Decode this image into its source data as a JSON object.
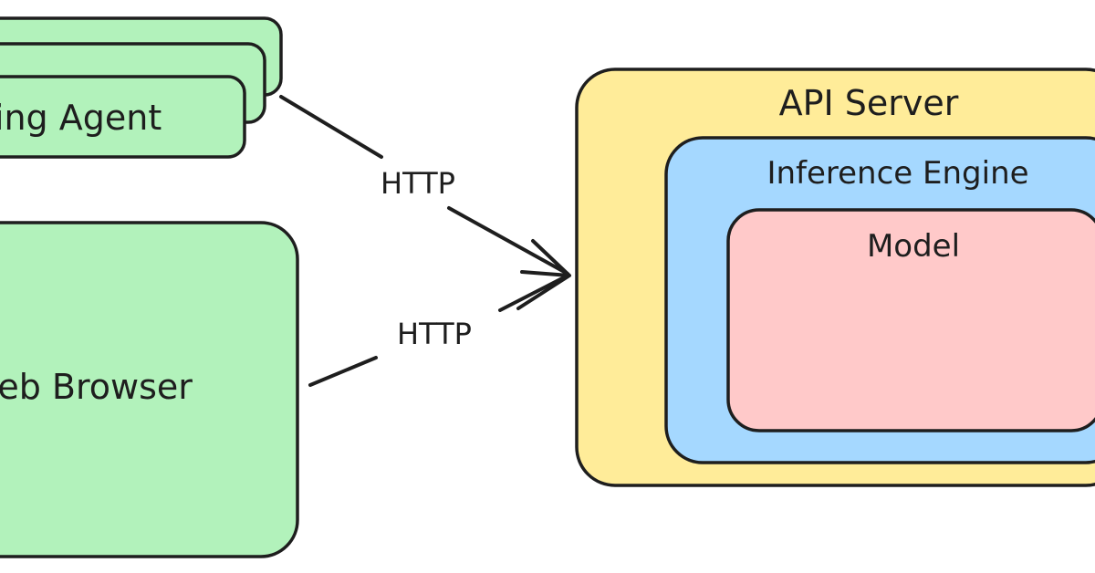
{
  "nodes": {
    "coding_agent": {
      "label": "Coding Agent"
    },
    "web_browser": {
      "label": "Web Browser"
    },
    "api_server": {
      "label": "API Server"
    },
    "inference_engine": {
      "label": "Inference Engine"
    },
    "model": {
      "label": "Model"
    }
  },
  "edges": [
    {
      "from": "coding_agent",
      "to": "api_server",
      "label": "HTTP"
    },
    {
      "from": "web_browser",
      "to": "api_server",
      "label": "HTTP"
    }
  ],
  "colors": {
    "client_fill": "#b2f2bb",
    "server_fill": "#ffec99",
    "engine_fill": "#a5d8ff",
    "model_fill": "#ffc9c9",
    "stroke": "#1e1e1e"
  }
}
